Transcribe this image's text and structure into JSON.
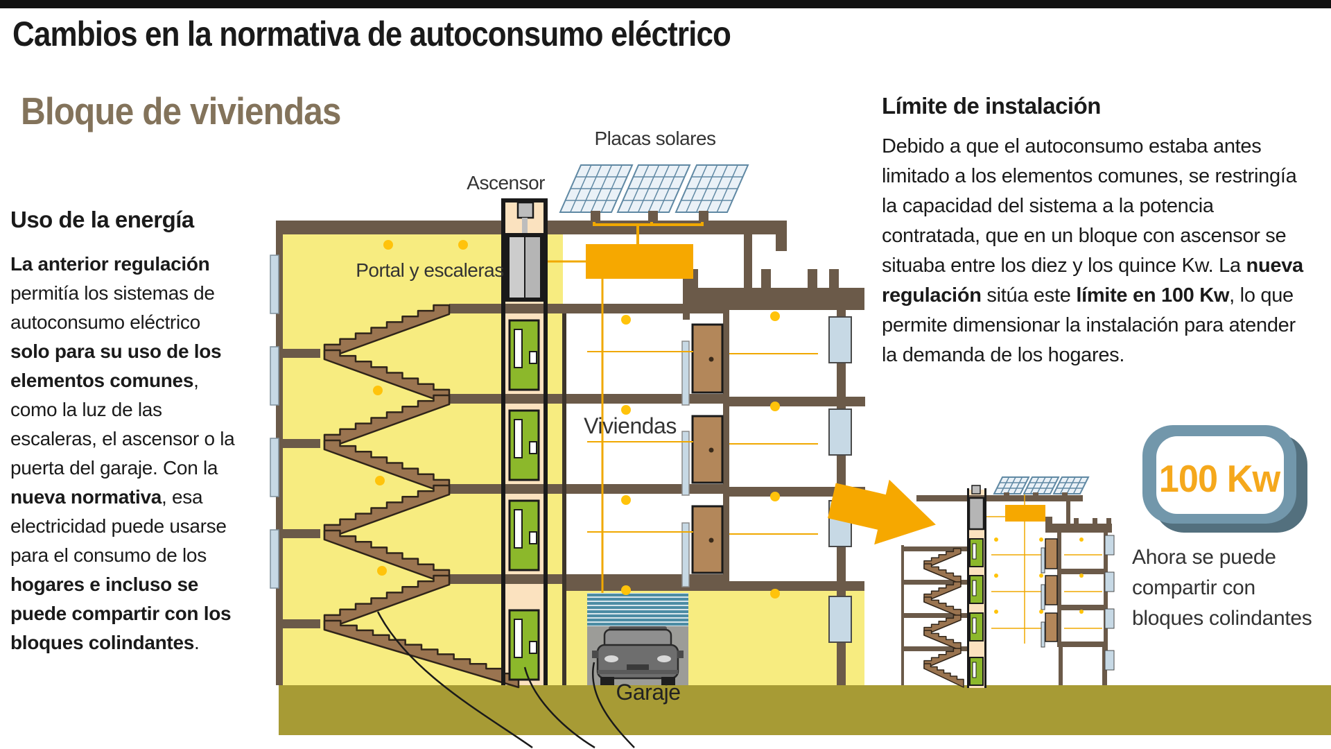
{
  "header": {
    "title": "Cambios en la normativa de autoconsumo eléctrico",
    "subtitle": "Bloque de viviendas"
  },
  "left_column": {
    "heading": "Uso de la energía",
    "segments": [
      "La anterior regulación",
      " permitía los sistemas de autoconsumo eléctrico ",
      "solo para su uso de los elementos comunes",
      ", como la luz de las escaleras, el ascensor o la puerta del garaje. Con la ",
      "nueva normativa",
      ", esa electricidad puede usarse para el consumo de los ",
      "hogares e incluso se puede compartir con los bloques colindantes",
      "."
    ]
  },
  "right_column": {
    "heading": "Límite de instalación",
    "segments": [
      "Debido a que el autoconsumo estaba antes limitado a los elementos comunes, se restringía la capacidad del sistema a la potencia contratada, que en un bloque con ascensor se situaba entre los diez y los quince Kw. La ",
      "nueva regulación",
      " sitúa este ",
      "límite en 100 Kw",
      ", lo que permite dimensionar la instalación para atender la demanda de los hogares."
    ]
  },
  "diagram": {
    "labels": {
      "solar_panels": "Placas solares",
      "elevator": "Ascensor",
      "portal_stairs": "Portal y escaleras",
      "dwellings": "Viviendas",
      "garage": "Garaje"
    },
    "note": "Ahora se puede compartir con bloques colindantes",
    "badge_label": "100 Kw"
  },
  "colors": {
    "accent_orange": "#F6A800",
    "wire_orange": "#F0A800",
    "light_yellow": "#F7EC80",
    "cream": "#FBE2BF",
    "structure_brown": "#6B5A49",
    "stair_brown": "#9A7450",
    "stair_outline": "#2F2419",
    "door_green": "#8CB82B",
    "door_wood": "#B3875A",
    "window_blue": "#C7D9E5",
    "panel_fill": "#EAF1F7",
    "panel_grid": "#5F88A3",
    "ground_olive": "#A79B35",
    "light_dot": "#FFC30B",
    "badge_ring": "#7297AB",
    "badge_shadow": "#53707E",
    "subtitle_brown": "#83735B"
  }
}
